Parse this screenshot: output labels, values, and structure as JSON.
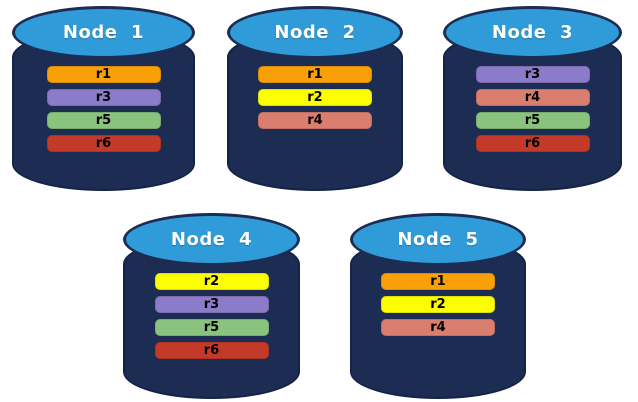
{
  "diagram": {
    "nodes": [
      {
        "label": "Node 1",
        "replicas": [
          "r1",
          "r3",
          "r5",
          "r6"
        ]
      },
      {
        "label": "Node 2",
        "replicas": [
          "r1",
          "r2",
          "r4"
        ]
      },
      {
        "label": "Node 3",
        "replicas": [
          "r3",
          "r4",
          "r5",
          "r6"
        ]
      },
      {
        "label": "Node 4",
        "replicas": [
          "r2",
          "r3",
          "r5",
          "r6"
        ]
      },
      {
        "label": "Node 5",
        "replicas": [
          "r1",
          "r2",
          "r4"
        ]
      }
    ],
    "colors": {
      "background": "#FFFFFF",
      "cylinder_body": "#1C2C52",
      "cylinder_outline": "#15234A",
      "cylinder_top": "#2F9CD9",
      "node_label_text": "#FFFFFF",
      "replica_label_text": "#000000",
      "replicas": {
        "r1": "#F9A008",
        "r2": "#FDFE02",
        "r3": "#8C7BC8",
        "r4": "#DA7E6F",
        "r5": "#8AC37D",
        "r6": "#C33B28"
      }
    }
  }
}
